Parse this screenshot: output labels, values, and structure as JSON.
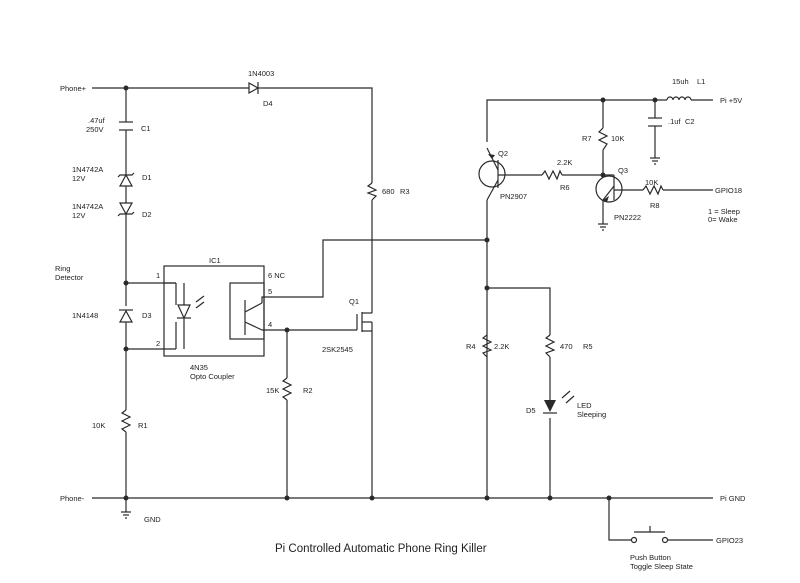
{
  "title": "Pi Controlled Automatic Phone Ring Killer",
  "nets": {
    "phone_pos": "Phone+",
    "phone_neg": "Phone-",
    "gnd": "GND",
    "pi_5v": "Pi +5V",
    "pi_gnd": "Pi GND",
    "gpio18": "GPIO18",
    "gpio23": "GPIO23",
    "ring_detector": [
      "Ring",
      "Detector"
    ]
  },
  "components": {
    "D4": {
      "ref": "D4",
      "value": "1N4003"
    },
    "C1": {
      "ref": "C1",
      "value": [
        ".47uf",
        "250V"
      ]
    },
    "D1": {
      "ref": "D1",
      "value": [
        "1N4742A",
        "12V"
      ]
    },
    "D2": {
      "ref": "D2",
      "value": [
        "1N4742A",
        "12V"
      ]
    },
    "D3": {
      "ref": "D3",
      "value": "1N4148"
    },
    "R1": {
      "ref": "R1",
      "value": "10K"
    },
    "R3": {
      "ref": "R3",
      "value": "680"
    },
    "IC1": {
      "ref": "IC1",
      "value": [
        "4N35",
        "Opto Coupler"
      ],
      "pins": [
        "1",
        "2",
        "4",
        "5",
        "6 NC"
      ]
    },
    "R2": {
      "ref": "R2",
      "value": "15K"
    },
    "Q1": {
      "ref": "Q1",
      "value": "2SK2545"
    },
    "L1": {
      "ref": "L1",
      "value": "15uh"
    },
    "C2": {
      "ref": "C2",
      "value": ".1uf"
    },
    "R7": {
      "ref": "R7",
      "value": "10K"
    },
    "Q2": {
      "ref": "Q2",
      "value": "PN2907"
    },
    "R6": {
      "ref": "R6",
      "value": "2.2K"
    },
    "Q3": {
      "ref": "Q3",
      "value": "PN2222"
    },
    "R8": {
      "ref": "R8",
      "value": "10K"
    },
    "R4": {
      "ref": "R4",
      "value": "2.2K"
    },
    "R5": {
      "ref": "R5",
      "value": "470"
    },
    "D5": {
      "ref": "D5",
      "value": [
        "LED",
        "Sleeping"
      ]
    }
  },
  "notes": {
    "gpio18_states": [
      "1 = Sleep",
      "0= Wake"
    ],
    "push_button": [
      "Push Button",
      "Toggle Sleep State"
    ]
  }
}
